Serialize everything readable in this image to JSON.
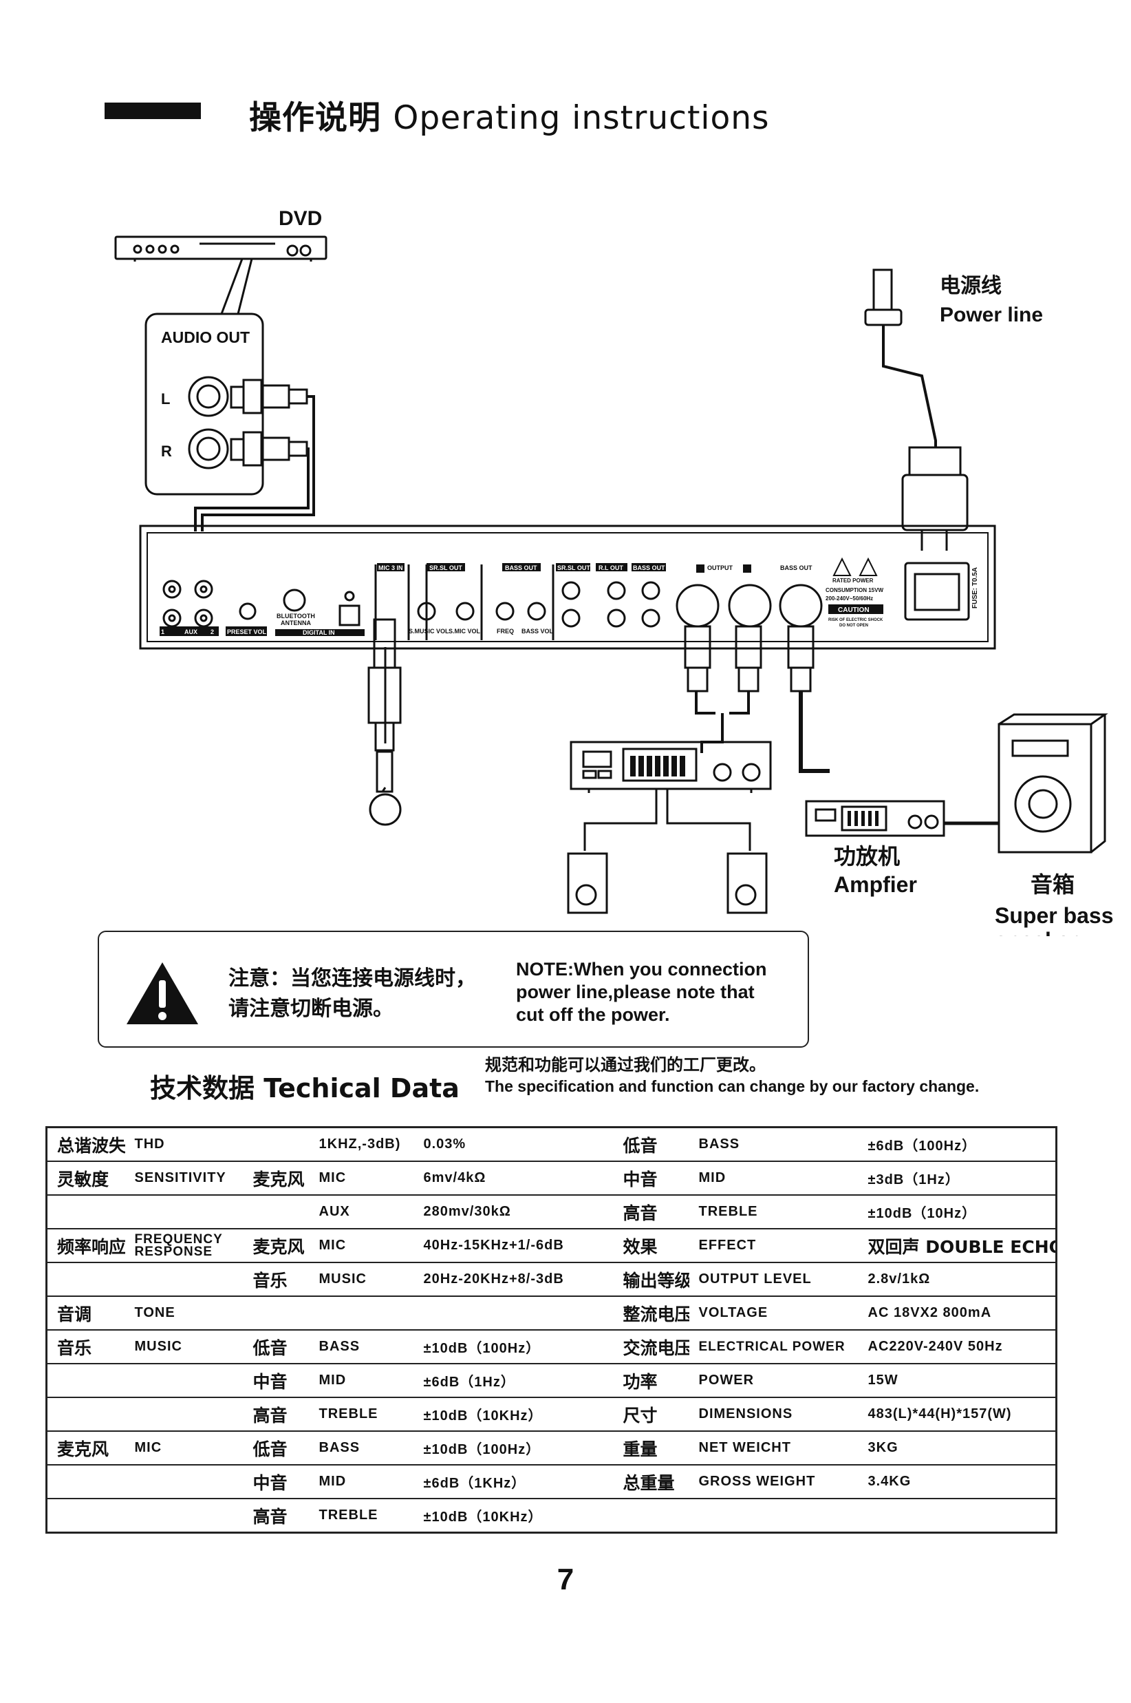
{
  "header": {
    "title_cn": "操作说明",
    "title_en": "Operating instructions"
  },
  "diagram": {
    "dvd": "DVD",
    "audio_out": "AUDIO OUT",
    "left": "L",
    "right": "R",
    "power_cn": "电源线",
    "power_en": "Power line",
    "amp_cn": "功放机",
    "amp_en": "Ampfier",
    "speaker_cn": "音箱",
    "speaker_en_1": "Super bass",
    "speaker_en_2": "speaker",
    "panel": {
      "aux": "AUX",
      "aux_1": "1",
      "aux_2": "2",
      "preset_vol": "PRESET VOL",
      "bluetooth": "BLUETOOTH",
      "antenna": "ANTENNA",
      "digital_in": "DIGITAL IN",
      "mic3": "MIC 3 IN",
      "srsl_out": "SR.SL OUT",
      "s_music_vol": "S.MUSIC VOL",
      "s_mic_vol": "S.MIC VOL",
      "bass_out": "BASS OUT",
      "freq": "FREQ",
      "bass_vol": "BASS VOL",
      "rl_out": "R.L OUT",
      "output": "OUTPUT",
      "rated_power": "RATED POWER",
      "consumption": "CONSUMPTION 15VW",
      "voltage_range": "200-240V~50/60Hz",
      "caution": "CAUTION",
      "shock_1": "RISK OF ELECTRIC SHOCK",
      "shock_2": "DO NOT OPEN",
      "fuse": "FUSE: T0.5A"
    }
  },
  "notice": {
    "cn_line1": "注意：当您连接电源线时，",
    "cn_line2": "请注意切断电源。",
    "en_line1": "NOTE:When you connection",
    "en_line2": "power line,please note that",
    "en_line3": "cut off the power."
  },
  "tech": {
    "title": "技术数据 Techical Data",
    "note_cn": "规范和功能可以通过我们的工厂更改。",
    "note_en": "The specification and function can change by our factory change.",
    "rows": [
      [
        "总谐波失真",
        "THD",
        "",
        "1KHZ,-3dB)",
        "0.03%",
        "低音",
        "BASS",
        "±6dB（100Hz）"
      ],
      [
        "灵敏度",
        "SENSITIVITY",
        "麦克风",
        "MIC",
        "6mv/4kΩ",
        "中音",
        "MID",
        "±3dB（1Hz）"
      ],
      [
        "",
        "",
        "",
        "AUX",
        "280mv/30kΩ",
        "高音",
        "TREBLE",
        "±10dB（10Hz）"
      ],
      [
        "频率响应",
        "FREQUENCY RESPONSE",
        "麦克风",
        "MIC",
        "40Hz-15KHz+1/-6dB",
        "效果",
        "EFFECT",
        "双回声 DOUBLE ECHO"
      ],
      [
        "",
        "",
        "音乐",
        "MUSIC",
        "20Hz-20KHz+8/-3dB",
        "输出等级",
        "OUTPUT LEVEL",
        "2.8v/1kΩ"
      ],
      [
        "音调",
        "TONE",
        "",
        "",
        "",
        "整流电压",
        "VOLTAGE",
        "AC 18VX2 800mA"
      ],
      [
        "音乐",
        "MUSIC",
        "低音",
        "BASS",
        "±10dB（100Hz）",
        "交流电压",
        "ELECTRICAL POWER",
        "AC220V-240V 50Hz"
      ],
      [
        "",
        "",
        "中音",
        "MID",
        "±6dB（1Hz）",
        "功率",
        "POWER",
        "15W"
      ],
      [
        "",
        "",
        "高音",
        "TREBLE",
        "±10dB（10KHz）",
        "尺寸",
        "DIMENSIONS",
        "483(L)*44(H)*157(W)"
      ],
      [
        "麦克风",
        "MIC",
        "低音",
        "BASS",
        "±10dB（100Hz）",
        "重量",
        "NET WEICHT",
        "3KG"
      ],
      [
        "",
        "",
        "中音",
        "MID",
        "±6dB（1KHz）",
        "总重量",
        "GROSS WEIGHT",
        "3.4KG"
      ],
      [
        "",
        "",
        "高音",
        "TREBLE",
        "±10dB（10KHz）",
        "",
        "",
        " "
      ]
    ]
  },
  "page_number": "7"
}
